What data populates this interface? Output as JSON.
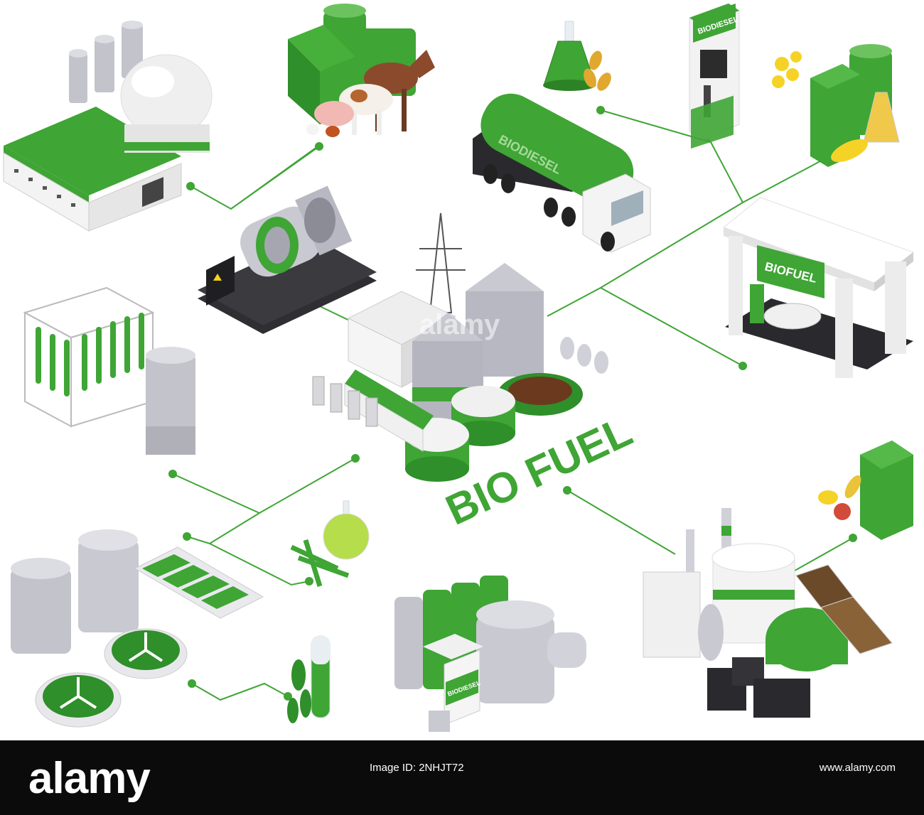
{
  "diagram": {
    "title": "BIO FUEL",
    "labels": {
      "tanker": "BIODIESEL",
      "pump": "BIODIESEL",
      "station": "BIOFUEL",
      "unit": "BIODIESEL"
    }
  },
  "watermarks": {
    "logo": "alamy",
    "center": "alamy"
  },
  "footer": {
    "logo": "alamy",
    "image_id_label": "Image ID: 2NHJT72",
    "site": "www.alamy.com"
  },
  "colors": {
    "green": "#3fa535",
    "dark_green": "#2a7d28",
    "grey": "#b8b8c2",
    "white": "#f4f4f4",
    "dark": "#2c2c2c"
  }
}
